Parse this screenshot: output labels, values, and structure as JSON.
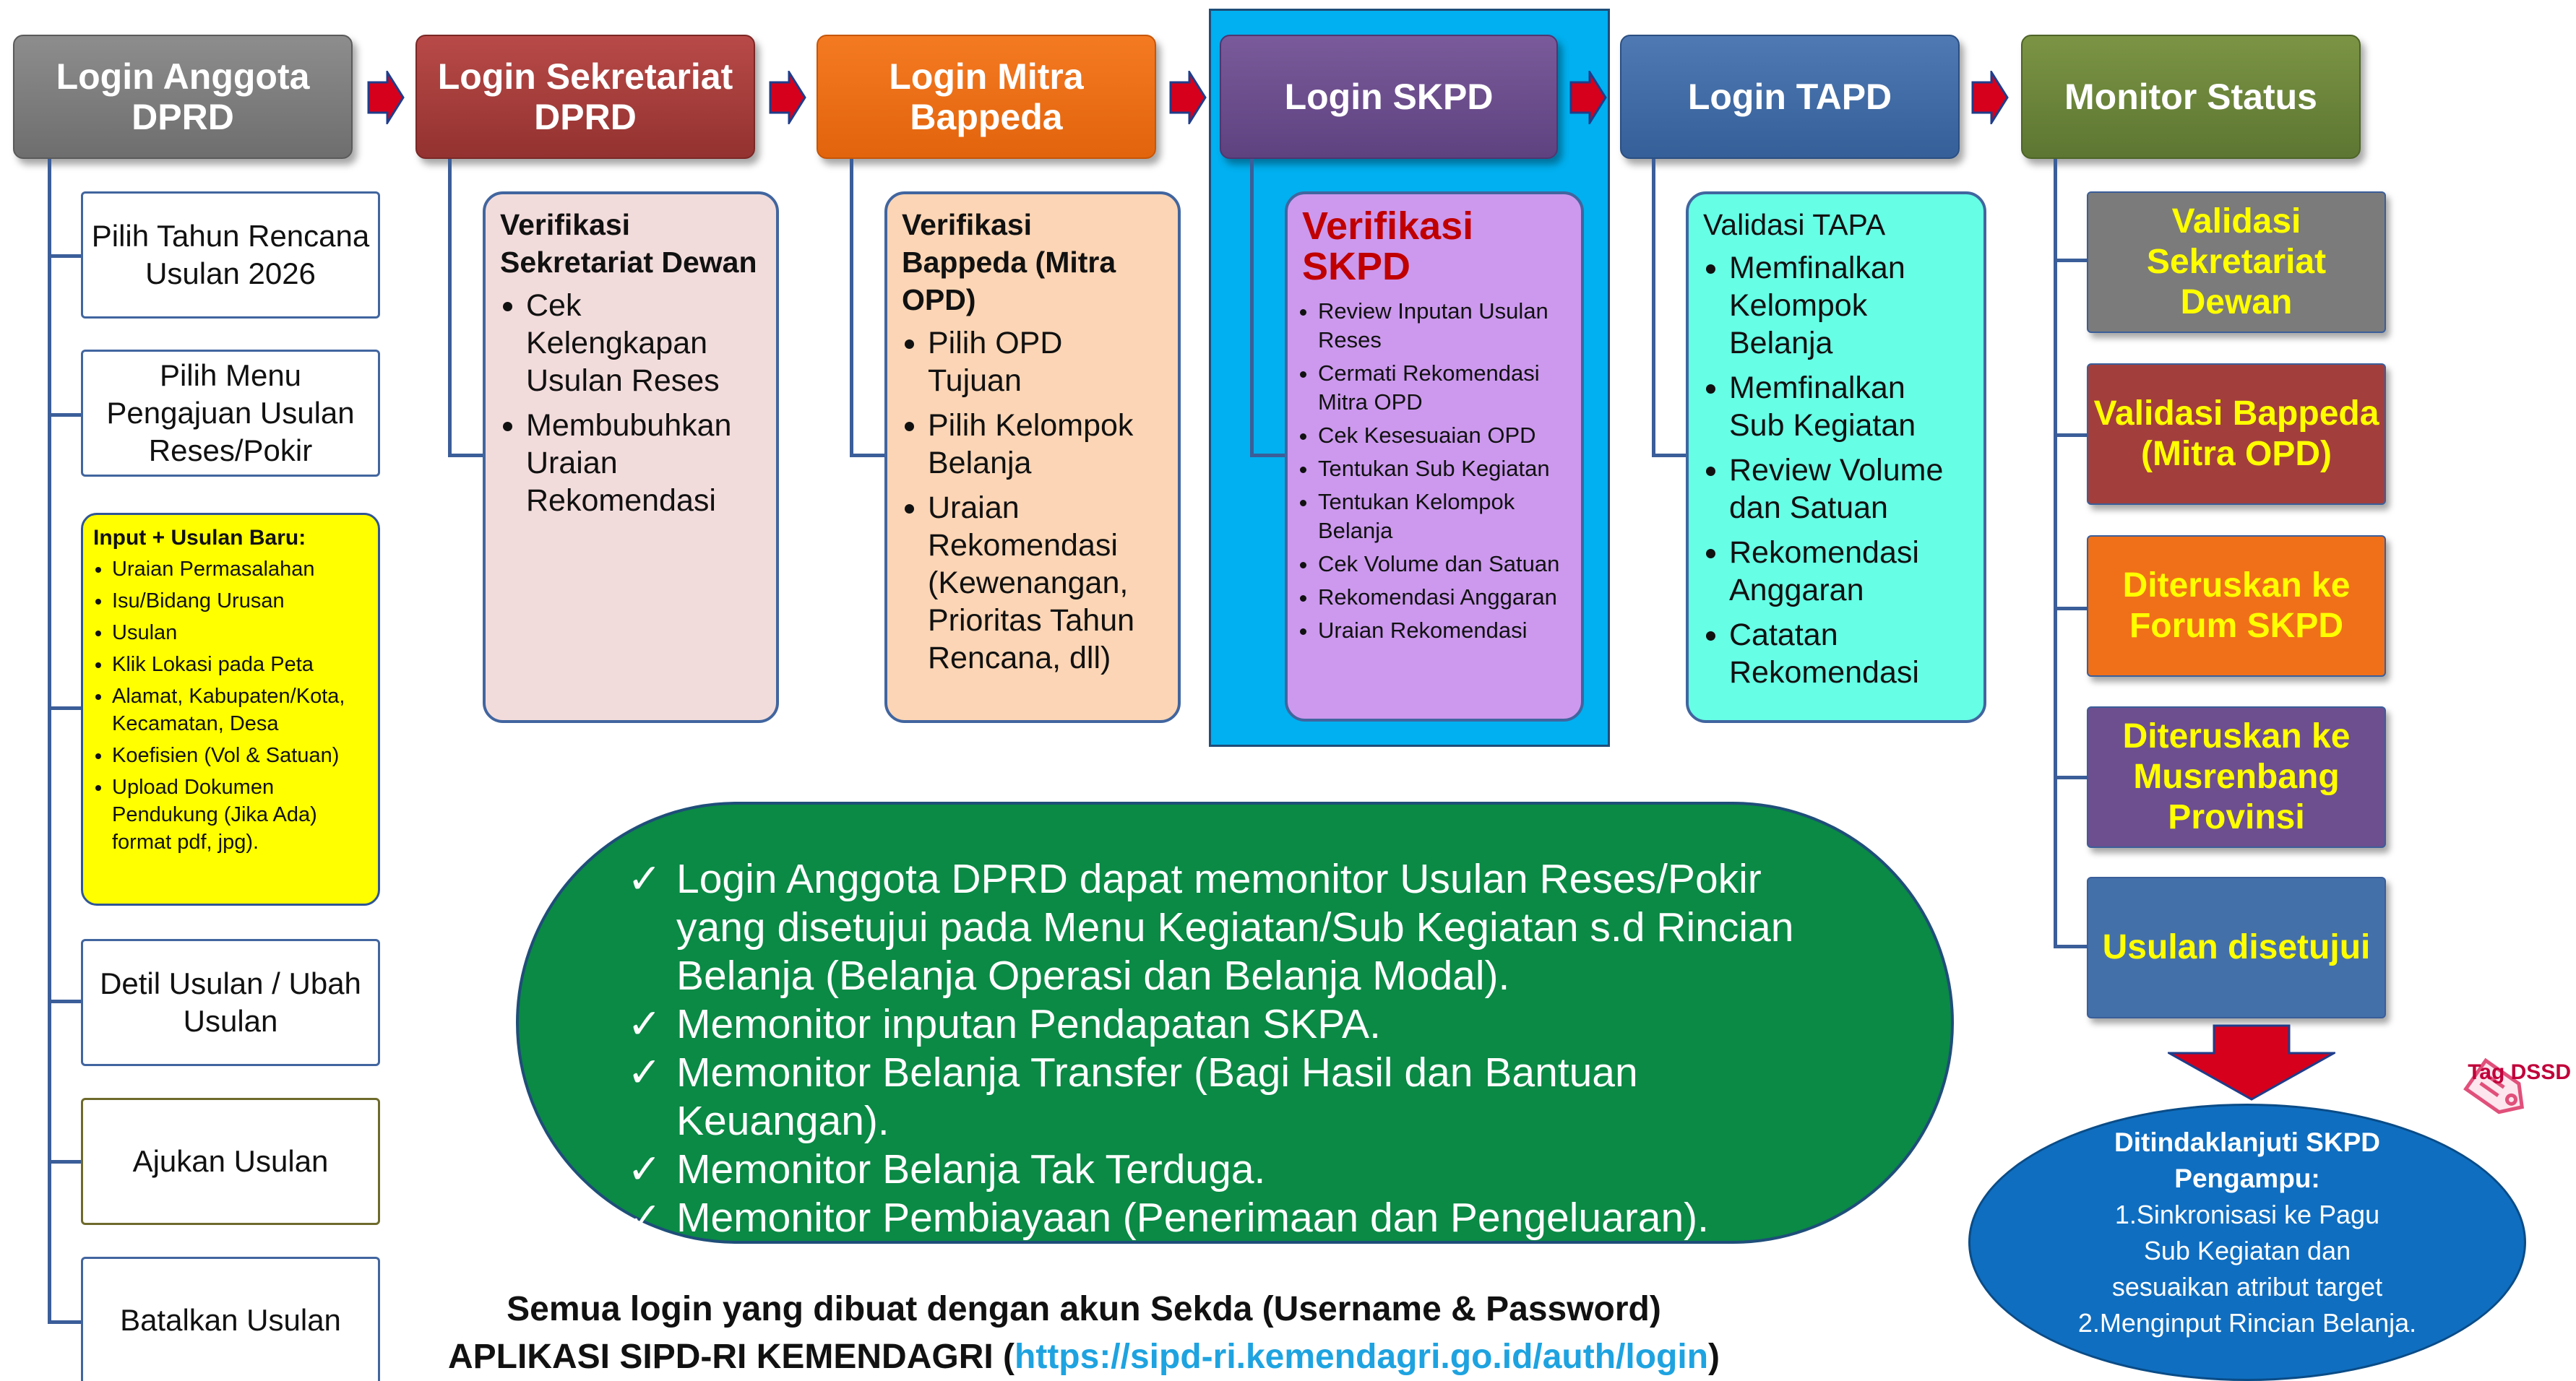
{
  "headers": [
    {
      "label": "Login Anggota DPRD"
    },
    {
      "label": "Login Sekretariat DPRD"
    },
    {
      "label": "Login Mitra Bappeda"
    },
    {
      "label": "Login SKPD"
    },
    {
      "label": "Login TAPD"
    },
    {
      "label": "Monitor Status"
    }
  ],
  "col1": {
    "box1": "Pilih Tahun Rencana Usulan 2026",
    "box2": "Pilih Menu Pengajuan Usulan Reses/Pokir",
    "input": {
      "title": "Input + Usulan Baru:",
      "items": [
        "Uraian Permasalahan",
        "Isu/Bidang Urusan",
        "Usulan",
        "Klik Lokasi pada Peta",
        "Alamat, Kabupaten/Kota, Kecamatan, Desa",
        "Koefisien (Vol & Satuan)",
        "Upload Dokumen Pendukung (Jika Ada) format pdf, jpg)."
      ]
    },
    "box4": "Detil Usulan / Ubah Usulan",
    "box5": "Ajukan Usulan",
    "box6": "Batalkan Usulan"
  },
  "sekretariat": {
    "title": "Verifikasi Sekretariat Dewan",
    "items": [
      "Cek Kelengkapan Usulan Reses",
      "Membubuhkan Uraian Rekomendasi"
    ]
  },
  "bappeda": {
    "title": "Verifikasi Bappeda (Mitra OPD)",
    "items": [
      "Pilih OPD Tujuan",
      "Pilih Kelompok Belanja",
      "Uraian Rekomendasi (Kewenangan, Prioritas Tahun Rencana, dll)"
    ]
  },
  "skpd": {
    "title": "Verifikasi SKPD",
    "items": [
      "Review Inputan Usulan Reses",
      "Cermati Rekomendasi Mitra OPD",
      "Cek Kesesuaian OPD",
      "Tentukan Sub Kegiatan",
      "Tentukan Kelompok Belanja",
      "Cek Volume dan Satuan",
      "Rekomendasi Anggaran",
      "Uraian Rekomendasi"
    ]
  },
  "tapd": {
    "title": "Validasi TAPA",
    "items": [
      "Memfinalkan Kelompok Belanja",
      "Memfinalkan Sub Kegiatan",
      "Review Volume dan Satuan",
      "Rekomendasi Anggaran",
      "Catatan Rekomendasi"
    ]
  },
  "status": [
    {
      "label": "Validasi Sekretariat Dewan",
      "color": "#7b7b7b"
    },
    {
      "label": "Validasi Bappeda (Mitra OPD)",
      "color": "#a23f3d"
    },
    {
      "label": "Diteruskan ke Forum SKPD",
      "color": "#f07019"
    },
    {
      "label": "Diteruskan ke Musrenbang Provinsi",
      "color": "#6d4f8f"
    },
    {
      "label": "Usulan disetujui",
      "color": "#4470aa"
    }
  ],
  "monitor": {
    "items": [
      "Login Anggota DPRD dapat memonitor Usulan Reses/Pokir yang disetujui pada Menu Kegiatan/Sub Kegiatan s.d Rincian Belanja (Belanja Operasi dan Belanja Modal).",
      "Memonitor inputan Pendapatan SKPA.",
      "Memonitor Belanja Transfer (Bagi Hasil dan Bantuan Keuangan).",
      "Memonitor Belanja Tak Terduga.",
      "Memonitor Pembiayaan (Penerimaan dan Pengeluaran)."
    ],
    "check": "✓"
  },
  "tag": "Tag DSSD",
  "followup": {
    "title": "Ditindaklanjuti SKPD Pengampu:",
    "line1": "1.Sinkronisasi ke Pagu Sub Kegiatan dan sesuaikan atribut target",
    "line2": "2.Menginput Rincian Belanja."
  },
  "footer": {
    "line1": "Semua login yang dibuat dengan akun Sekda (Username & Password)",
    "line2_prefix": "APLIKASI SIPD-RI KEMENDAGRI (",
    "link": "https://sipd-ri.kemendagri.go.id/auth/login",
    "line2_suffix": ")"
  },
  "colors": {
    "connector": "#3b5e99",
    "arrow_fill": "#d6001c",
    "arrow_stroke": "#1f3d8a",
    "skpd_highlight": "#00b0f0",
    "pill": "#0a8a45"
  }
}
